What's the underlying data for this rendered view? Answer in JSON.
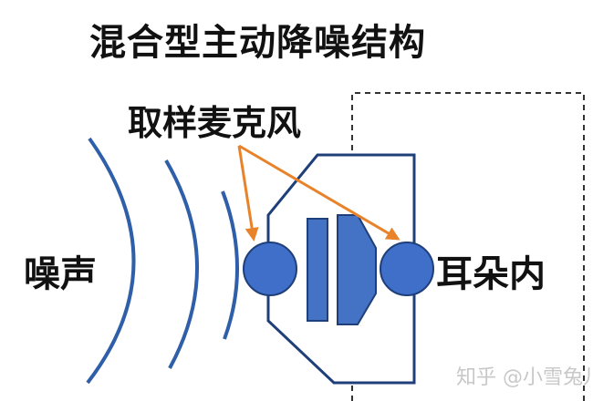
{
  "title": "混合型主动降噪结构",
  "labels": {
    "feedback_mics": "取样麦克风",
    "noise": "噪声",
    "in_ear": "耳朵内"
  },
  "watermark": "知乎 @小雪兔儿",
  "colors": {
    "wave": "#2f5fa8",
    "speaker_fill": "#4472c4",
    "speaker_stroke": "#1f3f7a",
    "mic_fill": "#3f6fc9",
    "arrow": "#e8832a",
    "ear_box": "#333333",
    "text": "#111111"
  }
}
